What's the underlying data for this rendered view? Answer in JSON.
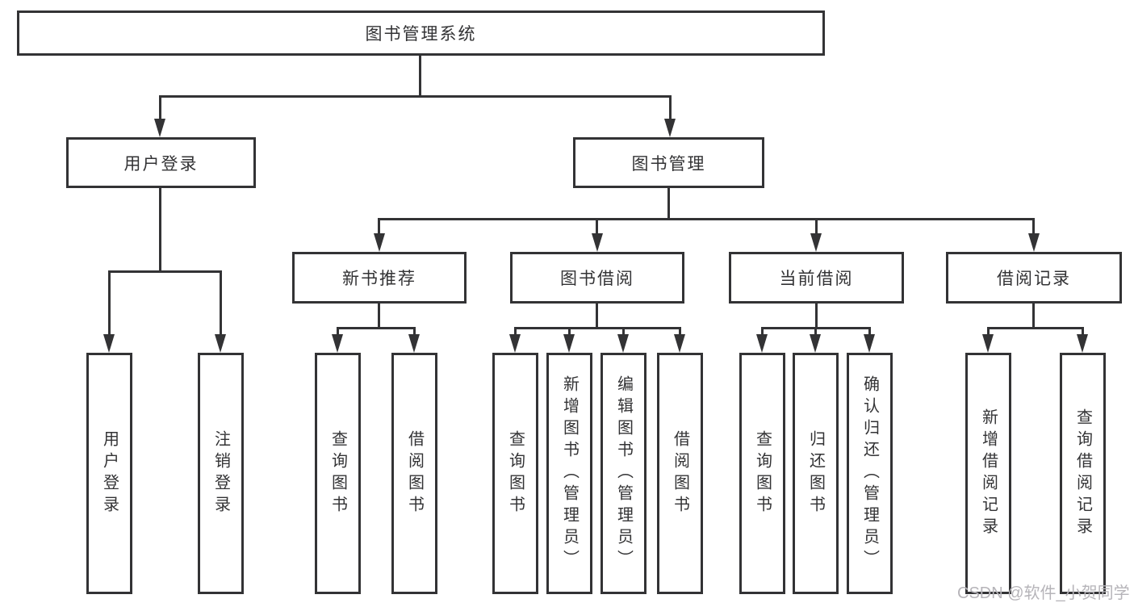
{
  "watermark": {
    "text": "CSDN @软件_小贺同学",
    "color": "#b6b4b9"
  },
  "colors": {
    "line": "#333335",
    "text": "#333335",
    "background": "#ffffff"
  },
  "diagram": {
    "root": {
      "label": "图书管理系统"
    },
    "user_login": {
      "label": "用户登录",
      "children": [
        {
          "label": "用户登录"
        },
        {
          "label": "注销登录"
        }
      ]
    },
    "book_management": {
      "label": "图书管理",
      "children": [
        {
          "label": "新书推荐",
          "children": [
            {
              "label": "查询图书"
            },
            {
              "label": "借阅图书"
            }
          ]
        },
        {
          "label": "图书借阅",
          "children": [
            {
              "label": "查询图书"
            },
            {
              "label": "新增图书（管理员）"
            },
            {
              "label": "编辑图书（管理员）"
            },
            {
              "label": "借阅图书"
            }
          ]
        },
        {
          "label": "当前借阅",
          "children": [
            {
              "label": "查询图书"
            },
            {
              "label": "归还图书"
            },
            {
              "label": "确认归还（管理员）"
            }
          ]
        },
        {
          "label": "借阅记录",
          "children": [
            {
              "label": "新增借阅记录"
            },
            {
              "label": "查询借阅记录"
            }
          ]
        }
      ]
    }
  }
}
